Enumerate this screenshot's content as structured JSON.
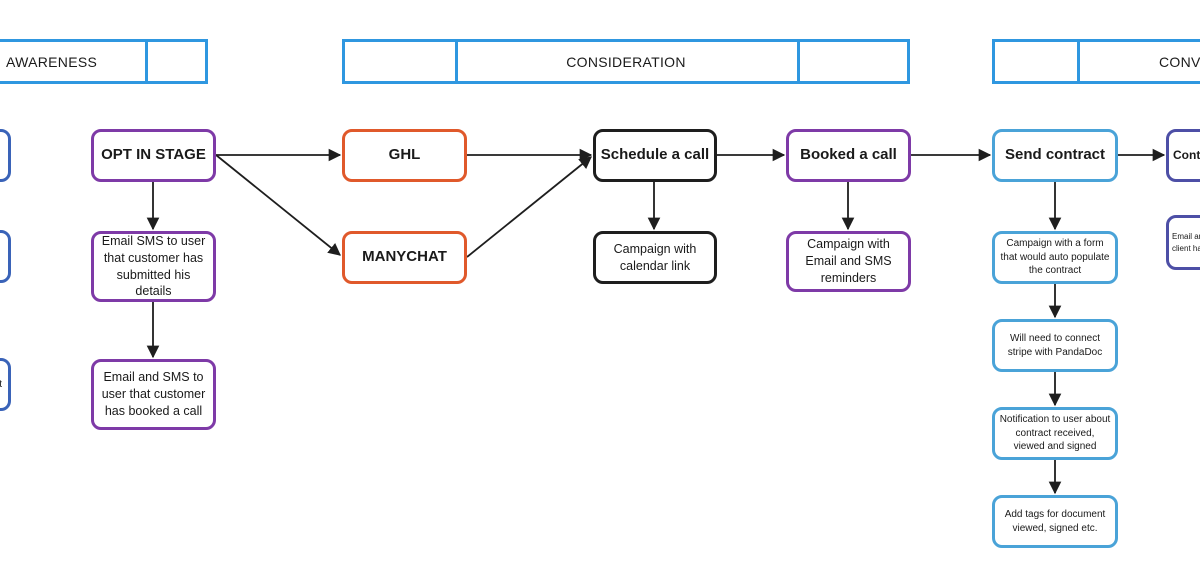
{
  "stages": {
    "awareness": "AWARENESS",
    "consideration": "CONSIDERATION",
    "conversion": "CONV"
  },
  "nodes": {
    "opt_in": "OPT IN STAGE",
    "email_sms_submitted": "Email SMS to user that customer has submitted his details",
    "email_sms_booked": "Email and SMS to user that customer has booked a call",
    "ghl": "GHL",
    "manychat": "MANYCHAT",
    "schedule_call": "Schedule a call",
    "campaign_calendar": "Campaign with calendar link",
    "booked_call": "Booked a call",
    "campaign_reminders": "Campaign with Email and SMS reminders",
    "send_contract": "Send contract",
    "campaign_form": "Campaign with a form that would auto populate the contract",
    "connect_stripe": "Will need to connect stripe with PandaDoc",
    "notification": "Notification to user about contract received,  viewed and signed",
    "add_tags": "Add tags for document viewed, signed etc.",
    "contract_partial": "Contr",
    "email_client_partial": "Email an client ha",
    "left_partial": "t"
  },
  "colors": {
    "stage_border": "#2f97e0",
    "purple": "#7e3aa7",
    "orange": "#e0592b",
    "black": "#1e1e1e",
    "teal": "#4aa3d8",
    "indigo": "#4d4fa6",
    "blue": "#3a63b8",
    "arrow": "#1e1e1e"
  }
}
